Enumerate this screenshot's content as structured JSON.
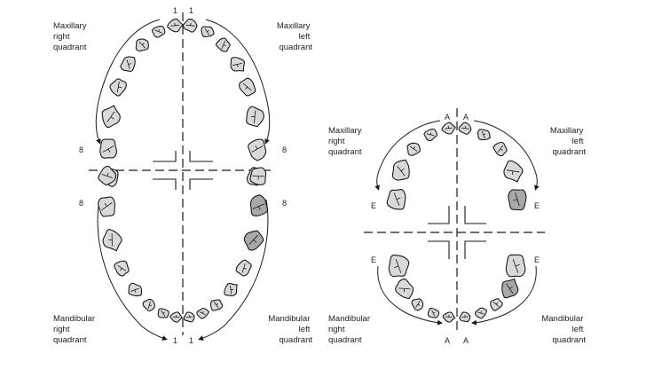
{
  "permanent": {
    "quadrants": {
      "upper_right": [
        "Maxillary",
        "right",
        "quadrant"
      ],
      "upper_left": [
        "Maxillary",
        "left",
        "quadrant"
      ],
      "lower_right": [
        "Mandibular",
        "right",
        "quadrant"
      ],
      "lower_left": [
        "Mandibular",
        "left",
        "quadrant"
      ]
    },
    "numbers": {
      "top_right": "1",
      "top_left": "1",
      "upper_right_end": "8",
      "upper_left_end": "8",
      "lower_right_end": "8",
      "lower_left_end": "8",
      "bottom_right": "1",
      "bottom_left": "1"
    }
  },
  "primary": {
    "quadrants": {
      "upper_right": [
        "Maxillary",
        "right",
        "quadrant"
      ],
      "upper_left": [
        "Maxillary",
        "left",
        "quadrant"
      ],
      "lower_right": [
        "Mandibular",
        "right",
        "quadrant"
      ],
      "lower_left": [
        "Mandibular",
        "left",
        "quadrant"
      ]
    },
    "letters": {
      "top_right": "A",
      "top_left": "A",
      "upper_right_end": "E",
      "upper_left_end": "E",
      "lower_right_end": "E",
      "lower_left_end": "E",
      "bottom_right": "A",
      "bottom_left": "A"
    }
  }
}
